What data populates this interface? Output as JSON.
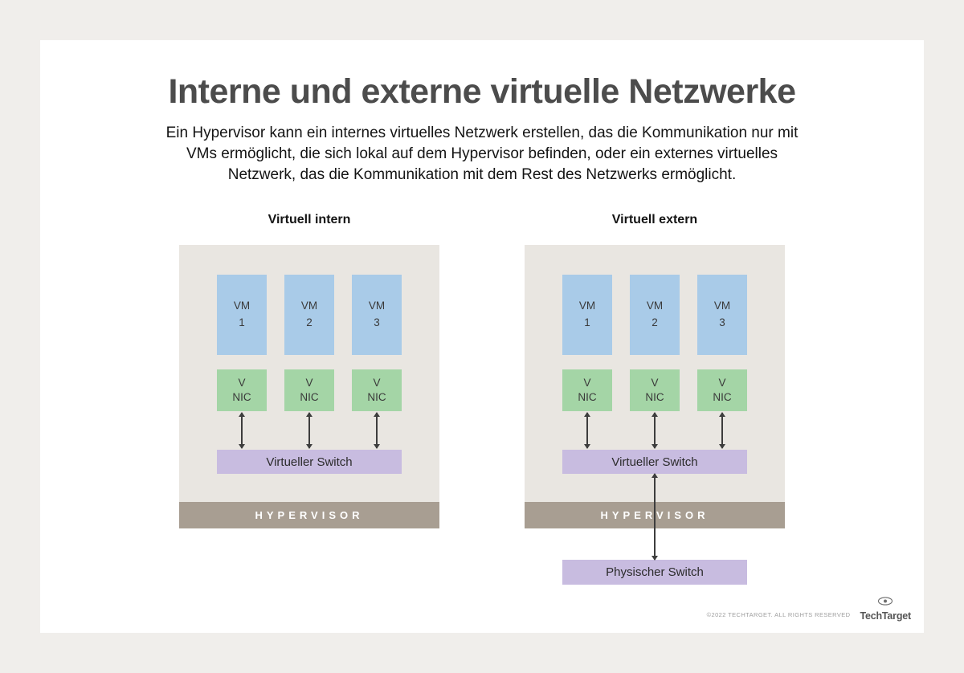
{
  "title": "Interne und externe virtuelle Netzwerke",
  "subtitle": "Ein Hypervisor kann ein internes virtuelles Netzwerk erstellen, das die Kommunikation nur mit VMs ermöglicht, die sich lokal auf dem Hypervisor befinden, oder ein externes virtuelles Netzwerk, das die Kommunikation mit dem Rest des Netzwerks ermöglicht.",
  "diagrams": [
    {
      "label": "Virtuell intern",
      "vms": [
        {
          "name": "VM",
          "number": "1"
        },
        {
          "name": "VM",
          "number": "2"
        },
        {
          "name": "VM",
          "number": "3"
        }
      ],
      "nics": [
        {
          "line1": "V",
          "line2": "NIC"
        },
        {
          "line1": "V",
          "line2": "NIC"
        },
        {
          "line1": "V",
          "line2": "NIC"
        }
      ],
      "virtual_switch": "Virtueller Switch",
      "hypervisor": "HYPERVISOR"
    },
    {
      "label": "Virtuell extern",
      "vms": [
        {
          "name": "VM",
          "number": "1"
        },
        {
          "name": "VM",
          "number": "2"
        },
        {
          "name": "VM",
          "number": "3"
        }
      ],
      "nics": [
        {
          "line1": "V",
          "line2": "NIC"
        },
        {
          "line1": "V",
          "line2": "NIC"
        },
        {
          "line1": "V",
          "line2": "NIC"
        }
      ],
      "virtual_switch": "Virtueller Switch",
      "hypervisor": "HYPERVISOR",
      "physical_switch": "Physischer Switch"
    }
  ],
  "footer": {
    "copyright": "©2022 TECHTARGET. ALL RIGHTS RESERVED",
    "brand": "TechTarget"
  },
  "colors": {
    "page_background": "#f0eeeb",
    "card_background": "#ffffff",
    "title_text": "#4c4c4c",
    "platform": "#e9e6e1",
    "vm_blue": "#a9cbe8",
    "nic_green": "#a4d5a6",
    "switch_lavender": "#c8bce0",
    "hypervisor_taupe": "#a89e92",
    "arrow": "#3d3d3d"
  }
}
